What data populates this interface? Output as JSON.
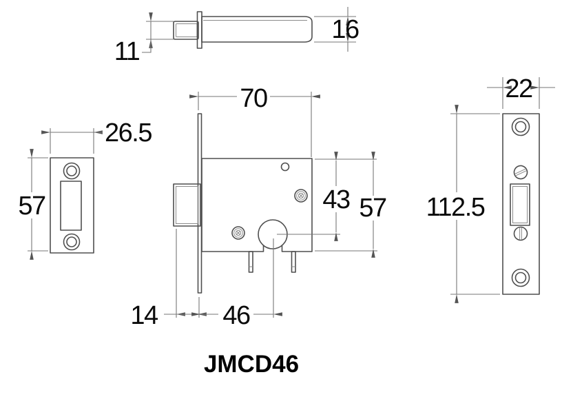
{
  "product_code": "JMCD46",
  "dimensions": {
    "bolt_profile": {
      "head_height": "11",
      "bolt_height": "16"
    },
    "strike_plate": {
      "width": "26.5",
      "height": "57"
    },
    "lock_case": {
      "width": "70",
      "top_to_keyhole": "43",
      "height": "57",
      "faceplate_offset": "14",
      "backset": "46"
    },
    "forend": {
      "width": "22",
      "height": "112.5"
    }
  },
  "colors": {
    "background": "#ffffff",
    "object_line": "#4e4e4e",
    "dimension_line": "#767676",
    "text": "#0a0a0a"
  }
}
